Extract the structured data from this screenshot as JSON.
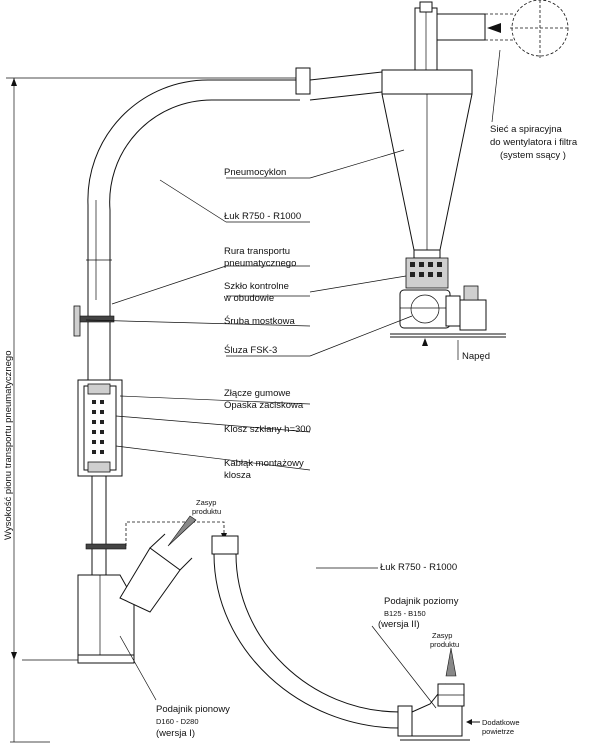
{
  "labels": {
    "siec_spiracyjna": [
      "Sieć a spiracyjna",
      "do wentylatora i filtra",
      "(system ssący )"
    ],
    "pneumocyklon": "Pneumocyklon",
    "luk_top": "Łuk R750 - R1000",
    "rura": [
      "Rura transportu",
      "pneumatycznego"
    ],
    "szklo": [
      "Szkło kontrolne",
      "w obudowie"
    ],
    "sruba": "Śruba mostkowa",
    "sluza": "Śluza FSK-3",
    "naped": "Napęd",
    "zlacze": [
      "Złącze gumowe",
      "Opaska zaciskowa"
    ],
    "klosz": "Klosz szklany h=300",
    "kablak": [
      "Kabłąk montażowy",
      "klosza"
    ],
    "zasyp_left": [
      "Zasyp",
      "produktu"
    ],
    "luk_bottom": "Łuk R750 - R1000",
    "podajnik_poziomy": [
      "Podajnik poziomy",
      "B125 - B150",
      "(wersja II)"
    ],
    "zasyp_right": [
      "Zasyp",
      "produktu"
    ],
    "dodatkowe": [
      "Dodatkowe",
      "powietrze"
    ],
    "podajnik_pionowy": [
      "Podajnik pionowy",
      "D160 - D280",
      "(wersja I)"
    ],
    "wysokosc": "Wysokość pionu transportu pneumatycznego"
  }
}
